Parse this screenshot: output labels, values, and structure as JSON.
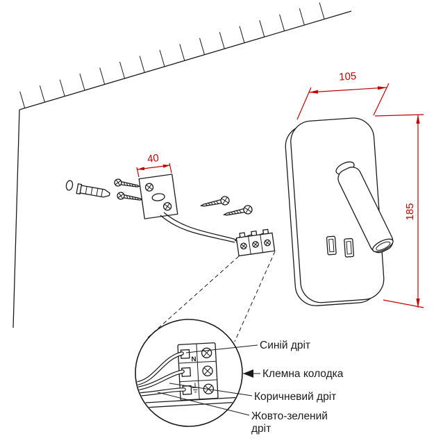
{
  "colors": {
    "line": "#1a1a1a",
    "dimension_red": "#c20000",
    "background": "#ffffff"
  },
  "dimensions": {
    "lamp_width_mm": "105",
    "lamp_height_mm": "185",
    "bracket_width_mm": "40"
  },
  "detail": {
    "labels": {
      "blue_wire": "Синій дріт",
      "terminal_block": "Клемна колодка",
      "brown_wire": "Коричневий дріт",
      "yellow_green_wire_line1": "Жовто-зелений",
      "yellow_green_wire_line2": "дріт"
    },
    "terminal_markings": {
      "neutral": "N"
    }
  }
}
